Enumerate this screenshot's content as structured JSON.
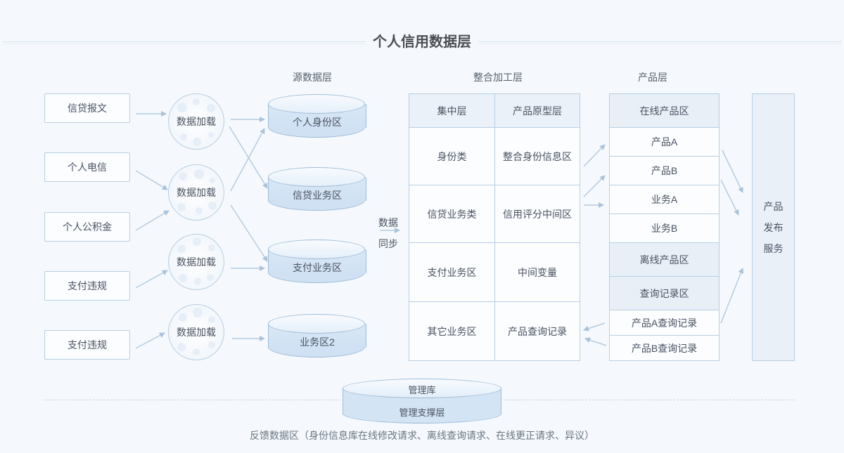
{
  "title": "个人信用数据层",
  "sections": {
    "source": "源数据层",
    "integration": "整合加工层",
    "product": "产品层"
  },
  "sources": [
    "信贷报文",
    "个人电信",
    "个人公积金",
    "支付违规",
    "支付违规"
  ],
  "load_label": "数据加载",
  "source_zones": [
    "个人身份区",
    "信贷业务区",
    "支付业务区",
    "业务区2"
  ],
  "sync": [
    "数据",
    "同步"
  ],
  "integration": {
    "headers": [
      "集中层",
      "产品原型层"
    ],
    "rows": [
      [
        "身份类",
        "整合身份信息区"
      ],
      [
        "信贷业务类",
        "信用评分中间区"
      ],
      [
        "支付业务区",
        "中间变量"
      ],
      [
        "其它业务区",
        "产品查询记录"
      ]
    ]
  },
  "product": {
    "online_header": "在线产品区",
    "online_items": [
      "产品A",
      "产品B",
      "业务A",
      "业务B"
    ],
    "offline_header": "离线产品区",
    "query_header": "查询记录区",
    "query_items": [
      "产品A查询记录",
      "产品B查询记录"
    ]
  },
  "publish": [
    "产品",
    "发布",
    "服务"
  ],
  "management": {
    "top": "管理库",
    "bottom": "管理支撑层"
  },
  "footer": "反馈数据区（身份信息库在线修改请求、离线查询请求、在线更正请求、异议）",
  "colors": {
    "line": "#b9cfe3",
    "arrow": "#a9c3dc",
    "background": "#f5f9fd"
  }
}
